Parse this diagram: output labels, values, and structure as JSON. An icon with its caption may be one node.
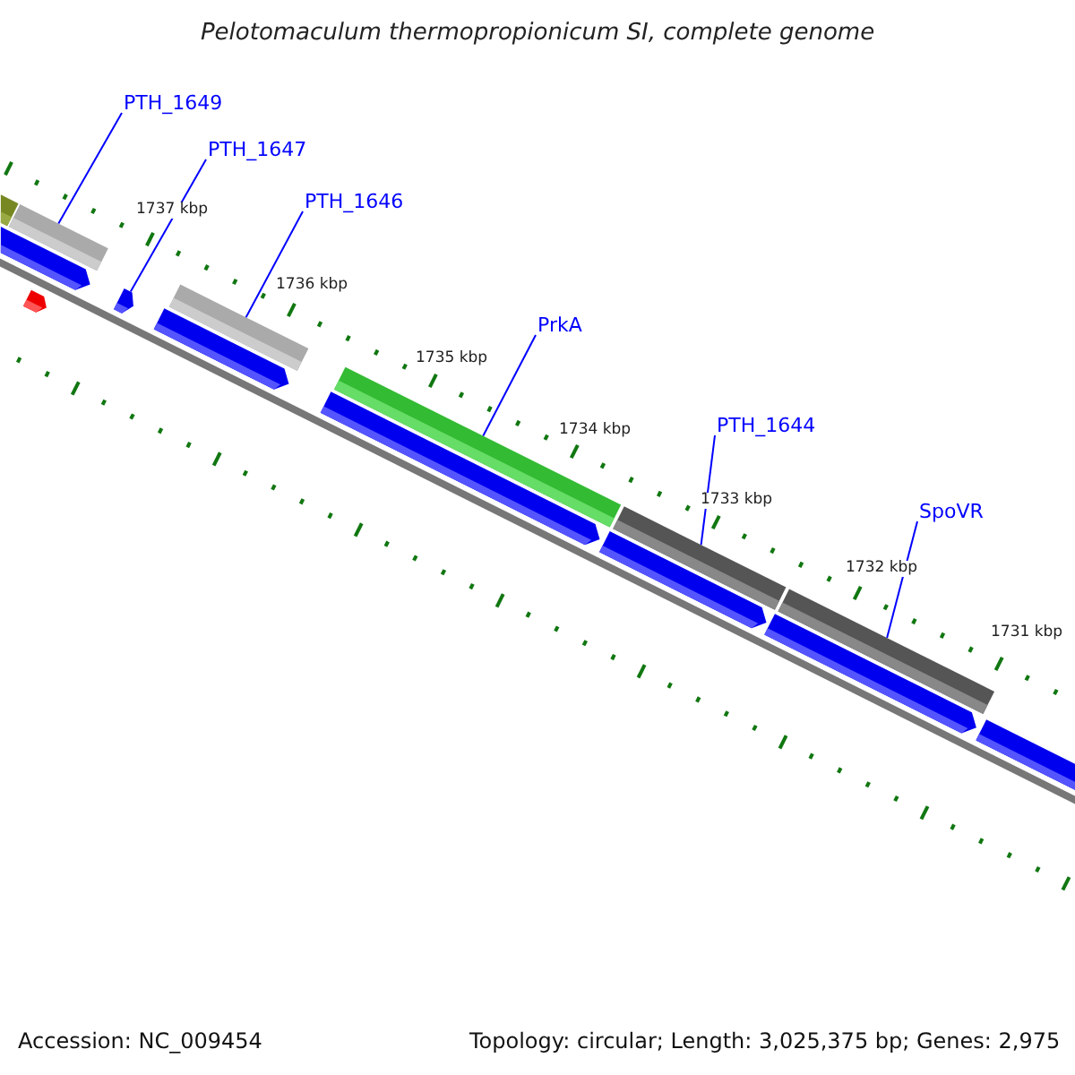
{
  "diagram": {
    "title": "Pelotomaculum thermopropionicum SI, complete genome",
    "nodes": [
      {
        "text": [
          "PTH_1649"
        ]
      },
      {
        "text": [
          "PTH_1647"
        ]
      },
      {
        "text": [
          "PTH_1646"
        ]
      },
      {
        "text": [
          "PrkA"
        ]
      },
      {
        "text": [
          "PTH_1644"
        ]
      },
      {
        "text": [
          "SpoVR"
        ]
      },
      {
        "text": [],
        "shape": "bar"
      },
      {
        "text": [],
        "shape": "bar"
      },
      {
        "text": [],
        "shape": "bar"
      },
      {
        "text": [],
        "shape": "bar"
      },
      {
        "text": [],
        "shape": "bar"
      },
      {
        "text": [],
        "shape": "bar"
      },
      {
        "text": [],
        "shape": "arrow"
      },
      {
        "text": [],
        "shape": "arrow"
      },
      {
        "text": [],
        "shape": "arrow"
      },
      {
        "text": [],
        "shape": "arrow"
      },
      {
        "text": [],
        "shape": "arrow"
      },
      {
        "text": [],
        "shape": "arrow"
      },
      {
        "text": [],
        "shape": "arrow"
      },
      {
        "text": [],
        "shape": "arrow"
      }
    ],
    "edges": [
      {
        "from": 0,
        "to": 7,
        "arrow": "none"
      },
      {
        "from": 1,
        "to": 14,
        "arrow": "none"
      },
      {
        "from": 2,
        "to": 8,
        "arrow": "none"
      },
      {
        "from": 3,
        "to": 9,
        "arrow": "none"
      },
      {
        "from": 4,
        "to": 10,
        "arrow": "none"
      },
      {
        "from": 5,
        "to": 11,
        "arrow": "none"
      }
    ],
    "labels": [
      "1737 kbp",
      "1736 kbp",
      "1735 kbp",
      "1734 kbp",
      "1733 kbp",
      "1732 kbp",
      "1731 kbp",
      "Accession: NC_009454",
      "Topology: circular; Length: 3,025,375 bp; Genes: 2,975"
    ]
  }
}
